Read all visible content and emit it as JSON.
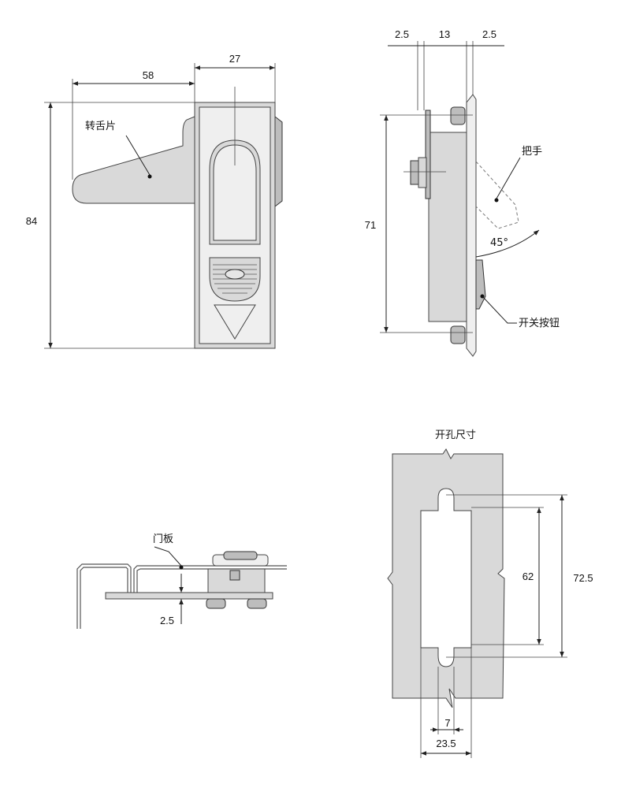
{
  "front_view": {
    "dim_width_total": "58",
    "dim_width_body": "27",
    "dim_height": "84",
    "label_tongue": "转舌片"
  },
  "side_view": {
    "dim_top_left": "2.5",
    "dim_top_mid": "13",
    "dim_top_right": "2.5",
    "dim_height": "71",
    "label_handle": "把手",
    "label_angle": "45°",
    "label_button": "开关按钮"
  },
  "install_view": {
    "label_door": "门板",
    "dim_thickness": "2.5"
  },
  "cutout_view": {
    "title": "开孔尺寸",
    "dim_inner_height": "62",
    "dim_outer_height": "72.5",
    "dim_slot_width": "7",
    "dim_opening_width": "23.5"
  }
}
